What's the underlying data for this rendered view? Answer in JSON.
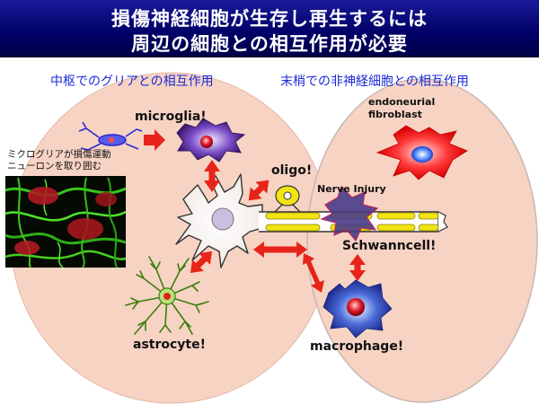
{
  "title": {
    "line1": "損傷神経細胞が生存し再生するには",
    "line2": "周辺の細胞との相互作用が必要"
  },
  "regions": {
    "central_caption": "中枢でのグリアとの相互作用",
    "peripheral_caption": "末梢での非神経細胞との相互作用"
  },
  "labels": {
    "microglia": "microglia!",
    "oligo": "oligo!",
    "astrocyte": "astrocyte!",
    "endoneurial": "endoneurial",
    "fibroblast": "fibroblast",
    "nerve_injury": "Nerve Injury",
    "schwann": "Schwanncell!",
    "macrophage": "macrophage!"
  },
  "micrograph_caption": {
    "line1": "ミクログリアが損傷運動",
    "line2": "ニューロンを取り囲む"
  },
  "colors": {
    "title_bar": "#000066",
    "region_fill": "#f7d3c3",
    "caption_text": "#1b2bd8",
    "arrow": "#e8231a",
    "myelin": "#f2e413"
  }
}
